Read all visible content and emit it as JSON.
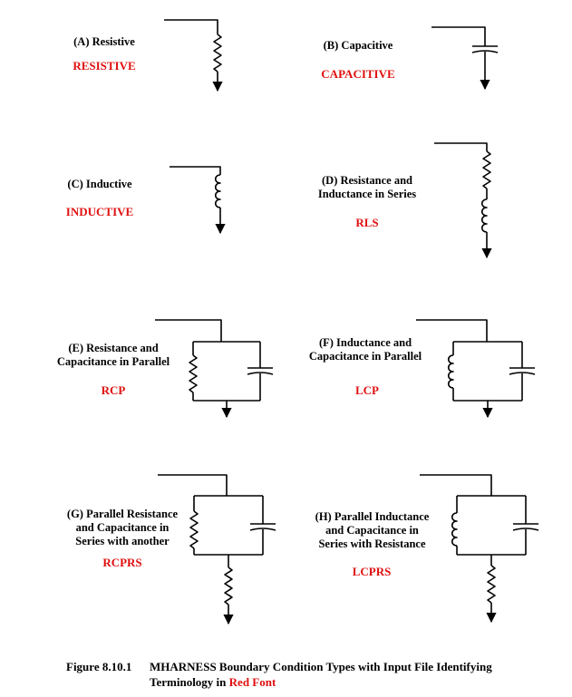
{
  "panels": [
    {
      "id": "A",
      "title_lines": [
        "(A)  Resistive"
      ],
      "code": "RESISTIVE"
    },
    {
      "id": "B",
      "title_lines": [
        "(B)  Capacitive"
      ],
      "code": "CAPACITIVE"
    },
    {
      "id": "C",
      "title_lines": [
        "(C) Inductive"
      ],
      "code": "INDUCTIVE"
    },
    {
      "id": "D",
      "title_lines": [
        "(D) Resistance and",
        "Inductance in Series"
      ],
      "code": "RLS"
    },
    {
      "id": "E",
      "title_lines": [
        "(E)  Resistance and",
        "Capacitance in Parallel"
      ],
      "code": "RCP"
    },
    {
      "id": "F",
      "title_lines": [
        "(F)  Inductance and",
        "Capacitance in Parallel"
      ],
      "code": "LCP"
    },
    {
      "id": "G",
      "title_lines": [
        "(G)  Parallel Resistance",
        "and Capacitance in",
        "Series with another"
      ],
      "code": "RCPRS"
    },
    {
      "id": "H",
      "title_lines": [
        "(H)  Parallel Inductance",
        "and Capacitance in",
        "Series with Resistance"
      ],
      "code": "LCPRS"
    }
  ],
  "caption": {
    "number": "Figure 8.10.1",
    "line1": "MHARNESS Boundary Condition Types with Input File Identifying",
    "line2_prefix": "Terminology in ",
    "line2_red": "Red Font"
  },
  "colors": {
    "code_text": "#e01010",
    "lines": "#000000"
  }
}
